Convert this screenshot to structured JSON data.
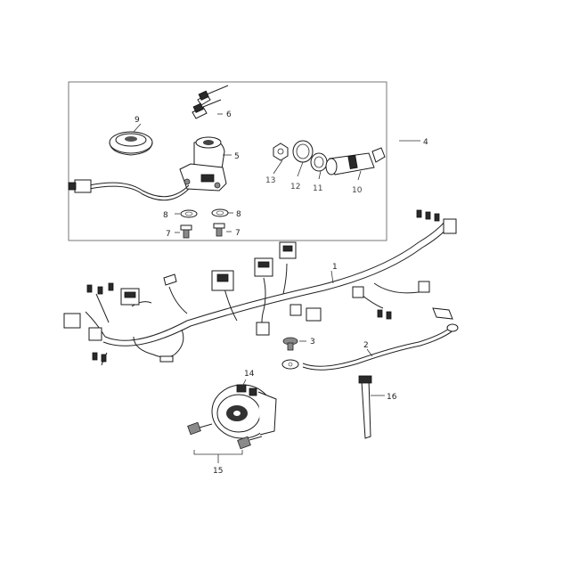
{
  "diagram": {
    "callouts": {
      "c1": "1",
      "c2": "2",
      "c3": "3",
      "c4": "4",
      "c5": "5",
      "c6": "6",
      "c7a": "7",
      "c7b": "7",
      "c8a": "8",
      "c8b": "8",
      "c9": "9",
      "c10": "10",
      "c11": "11",
      "c12": "12",
      "c13": "13",
      "c14": "14",
      "c15": "15",
      "c16": "16"
    }
  }
}
